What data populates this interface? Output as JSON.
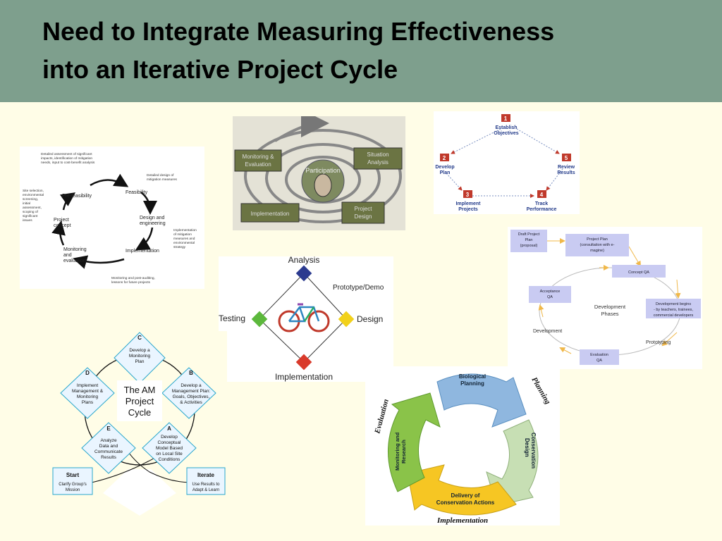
{
  "slide": {
    "title_line1": "Need to Integrate Measuring Effectiveness",
    "title_line2": "into an Iterative Project Cycle"
  },
  "diagram_mitigation": {
    "stages": [
      "Pre-feasibility",
      "Feasibility",
      "Design and",
      "engineering",
      "Implementation",
      "Monitoring",
      "and",
      "evaluation",
      "Project",
      "concept"
    ],
    "notes": {
      "top_1": "Detailed assessment of significant",
      "top_2": "impacts, identification of mitigation",
      "top_3": "needs, input to cost-benefit analysis",
      "feas_1": "Detailed design of",
      "feas_2": "mitigation measures",
      "impl_1": "Implementation",
      "impl_2": "of mitigation",
      "impl_3": "measures and",
      "impl_4": "environmental",
      "impl_5": "strategy",
      "mon_1": "Monitoring and post-auditing,",
      "mon_2": "lessons for future projects",
      "site_1": "Site selection,",
      "site_2": "environmental",
      "site_3": "screening,",
      "site_4": "initial",
      "site_5": "assessment,",
      "site_6": "scoping of",
      "site_7": "significant",
      "site_8": "issues"
    }
  },
  "diagram_participation": {
    "center": "Participation",
    "boxes": [
      "Monitoring &",
      "Evaluation",
      "Situation",
      "Analysis",
      "Implementation",
      "Project",
      "Design"
    ]
  },
  "diagram_objectives": {
    "steps": [
      {
        "num": "1",
        "line1": "Establish",
        "line2": "Objectives"
      },
      {
        "num": "2",
        "line1": "Develop",
        "line2": "Plan"
      },
      {
        "num": "3",
        "line1": "Implement",
        "line2": "Projects"
      },
      {
        "num": "4",
        "line1": "Track",
        "line2": "Performance"
      },
      {
        "num": "5",
        "line1": "Review",
        "line2": "Results"
      }
    ]
  },
  "diagram_dev_phases": {
    "center_1": "Development",
    "center_2": "Phases",
    "b1_1": "Draft Project",
    "b1_2": "Plan",
    "b1_3": "(proposal)",
    "b2_1": "Project Plan",
    "b2_2": "(consultation with e-",
    "b2_3": "magine)",
    "b3": "Concept QA",
    "b4_1": "Development begins",
    "b4_2": "- by teachers, trainees,",
    "b4_3": "commercial developers",
    "b5_1": "Evaluation",
    "b5_2": "QA",
    "b6_1": "Acceptance",
    "b6_2": "QA",
    "l1": "Prototyping",
    "l2": "Development"
  },
  "diagram_bike": {
    "top": "Analysis",
    "right": "Design",
    "bottom": "Implementation",
    "left": "Testing",
    "edge": "Prototype/Demo",
    "colors": {
      "top": "#2b3a8f",
      "right": "#f2d11b",
      "bottom": "#d93a2b",
      "left": "#5cb83c"
    }
  },
  "diagram_am": {
    "center_1": "The AM",
    "center_2": "Project",
    "center_3": "Cycle",
    "c_letter": "C",
    "c_1": "Develop a",
    "c_2": "Monitoring",
    "c_3": "Plan",
    "b_letter": "B",
    "b_1": "Develop a",
    "b_2": "Management Plan:",
    "b_3": "Goals, Objectives,",
    "b_4": "& Activities",
    "a_letter": "A",
    "a_1": "Develop",
    "a_2": "Conceptual",
    "a_3": "Model Based",
    "a_4": "on Local Site",
    "a_5": "Conditions",
    "e_letter": "E",
    "e_1": "Analyze",
    "e_2": "Data and",
    "e_3": "Communicate",
    "e_4": "Results",
    "d_letter": "D",
    "d_1": "Implement",
    "d_2": "Management &",
    "d_3": "Monitoring",
    "d_4": "Plans",
    "start_title": "Start",
    "start_1": "Clarify Group's",
    "start_2": "Mission",
    "iterate_title": "Iterate",
    "iterate_1": "Use Results to",
    "iterate_2": "Adapt & Learn"
  },
  "diagram_conservation": {
    "bio_1": "Biological",
    "bio_2": "Planning",
    "cons_1": "Conservation",
    "cons_2": "Design",
    "deliv_1": "Delivery of",
    "deliv_2": "Conservation Actions",
    "mon_1": "Monitoring and",
    "mon_2": "Research",
    "planning": "Planning",
    "implementation": "Implementation",
    "evaluation": "Evaluation",
    "colors": {
      "blue": "#8fb7df",
      "green_light": "#c7dfb4",
      "yellow": "#f6c623",
      "green": "#8ac349"
    }
  }
}
